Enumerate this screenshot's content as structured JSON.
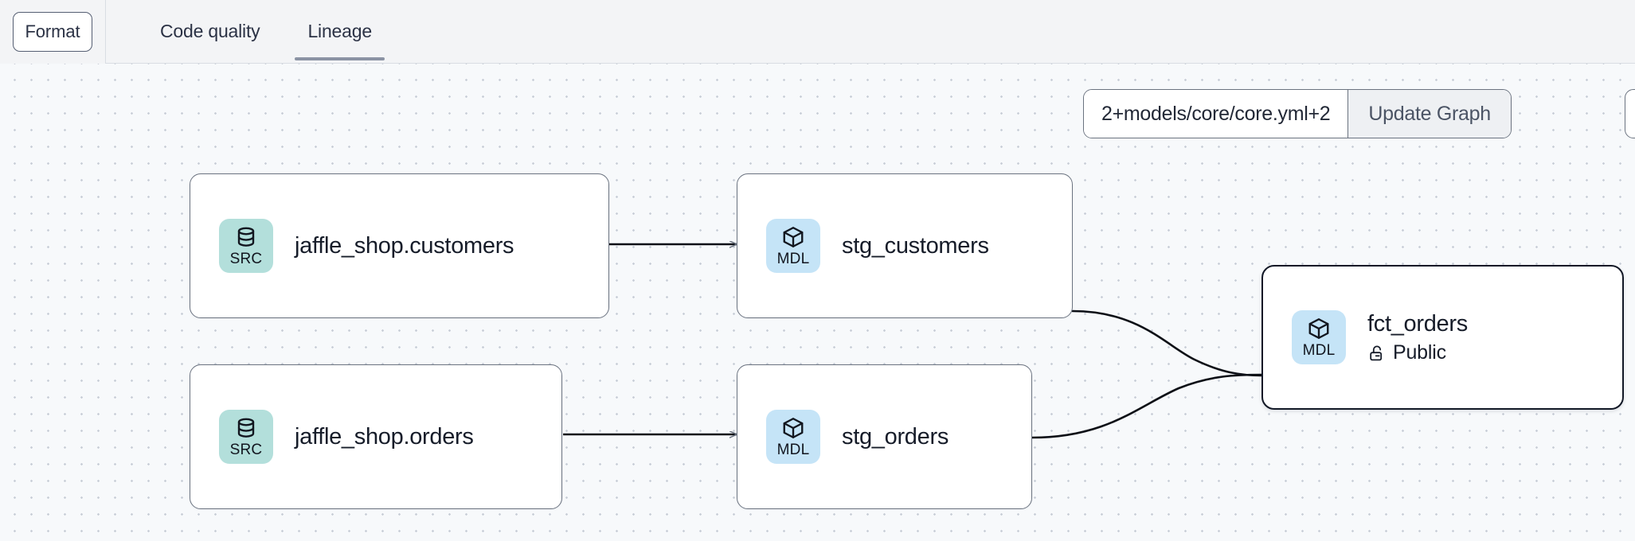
{
  "toolbar": {
    "format_label": "Format",
    "tabs": [
      {
        "label": "Code quality",
        "active": false
      },
      {
        "label": "Lineage",
        "active": true
      }
    ]
  },
  "graph_controls": {
    "selector_value": "2+models/core/core.yml+2",
    "update_label": "Update Graph"
  },
  "lineage": {
    "nodes": [
      {
        "id": "jaffle_shop_customers",
        "badge_kind": "SRC",
        "badge_icon": "database-icon",
        "title": "jaffle_shop.customers",
        "subtitle": null,
        "subtitle_icon": null,
        "selected": false
      },
      {
        "id": "stg_customers",
        "badge_kind": "MDL",
        "badge_icon": "cube-icon",
        "title": "stg_customers",
        "subtitle": null,
        "subtitle_icon": null,
        "selected": false
      },
      {
        "id": "jaffle_shop_orders",
        "badge_kind": "SRC",
        "badge_icon": "database-icon",
        "title": "jaffle_shop.orders",
        "subtitle": null,
        "subtitle_icon": null,
        "selected": false
      },
      {
        "id": "stg_orders",
        "badge_kind": "MDL",
        "badge_icon": "cube-icon",
        "title": "stg_orders",
        "subtitle": null,
        "subtitle_icon": null,
        "selected": false
      },
      {
        "id": "fct_orders",
        "badge_kind": "MDL",
        "badge_icon": "cube-icon",
        "title": "fct_orders",
        "subtitle": "Public",
        "subtitle_icon": "unlock-icon",
        "selected": true
      }
    ],
    "edges": [
      {
        "from": "jaffle_shop_customers",
        "to": "stg_customers"
      },
      {
        "from": "jaffle_shop_orders",
        "to": "stg_orders"
      },
      {
        "from": "stg_customers",
        "to": "fct_orders"
      },
      {
        "from": "stg_orders",
        "to": "fct_orders"
      }
    ]
  },
  "colors": {
    "src_badge_bg": "#b3dfdb",
    "mdl_badge_bg": "#c5e4f7",
    "canvas_bg": "#f7f9fb",
    "topbar_bg": "#f3f4f6",
    "node_border": "#6b7380",
    "node_border_selected": "#121826",
    "tab_underline": "#8b93a4",
    "edge_stroke": "#0c0f16"
  }
}
